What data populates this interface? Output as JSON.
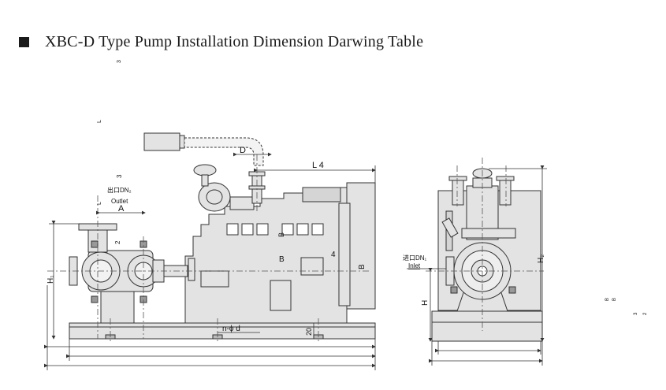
{
  "title": "XBC-D Type Pump Installation Dimension Darwing Table",
  "labels": {
    "outlet_cn": "出口DN₂",
    "outlet_en": "Outlet",
    "inlet_cn": "进口DN₁",
    "inlet_en": "Inlet",
    "dim_A": "A",
    "dim_D": "D",
    "dim_L4": "L 4",
    "dim_H1": "H₁",
    "dim_H2": "H₂",
    "dim_H": "H",
    "dim_B_main": "B",
    "dim_B_side": "B",
    "dim_B_top": "B",
    "dim_4": "4",
    "dim_2": "2",
    "dim_3_top": "3",
    "dim_3_mid": "3",
    "dim_20": "20",
    "holes": "n-ϕ  d",
    "stray_3": "3",
    "stray_L": "L",
    "stray_L2": "L",
    "right_B1": "B",
    "right_B2": "B",
    "right_3": "3",
    "right_2": "2"
  },
  "colors": {
    "fill": "#e3e3e3",
    "stroke": "#333333",
    "center_line": "#555555"
  }
}
